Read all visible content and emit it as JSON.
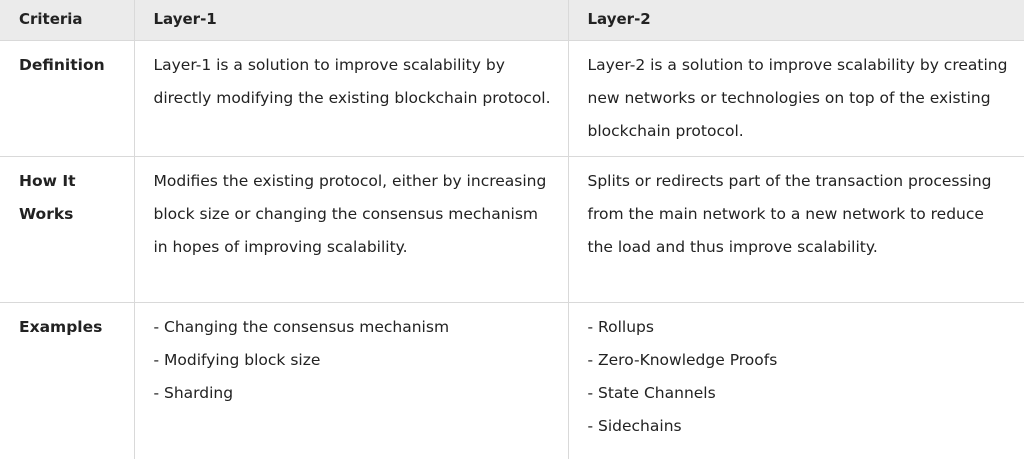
{
  "table": {
    "headers": [
      "Criteria",
      "Layer-1",
      "Layer-2"
    ],
    "rows": [
      {
        "criteria": "Definition",
        "layer1": "Layer-1 is a solution to improve scalability by directly modifying the existing blockchain protocol.",
        "layer2": "Layer-2 is a solution to improve scalability by creating new networks or technologies on top of the existing blockchain protocol."
      },
      {
        "criteria": "How It Works",
        "layer1": "Modifies the existing protocol, either by increasing block size or changing the consensus mechanism in hopes of improving scalability.",
        "layer2": "Splits or redirects part of the transaction processing from the main network to a new network to reduce the load and thus improve scalability."
      },
      {
        "criteria": "Examples",
        "layer1_items": [
          "- Changing the consensus mechanism",
          "- Modifying block size",
          "- Sharding"
        ],
        "layer2_items": [
          "- Rollups",
          "- Zero-Knowledge Proofs",
          "- State Channels",
          "- Sidechains"
        ]
      }
    ]
  }
}
